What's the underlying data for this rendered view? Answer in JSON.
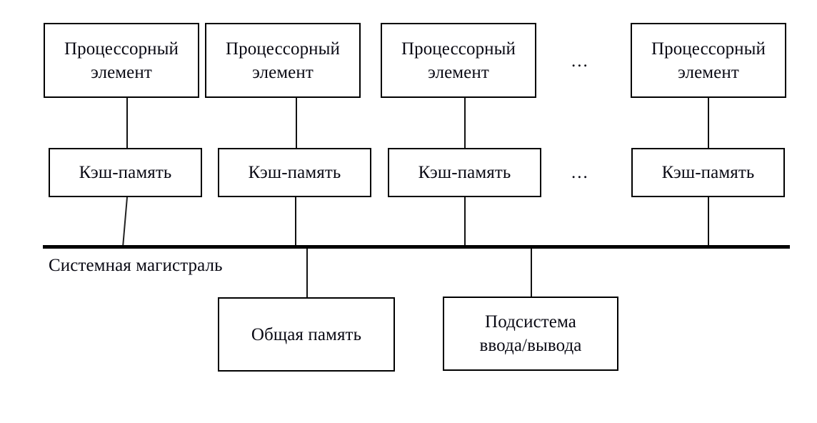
{
  "diagram": {
    "title_text_color": "#0a0a14",
    "line_color": "#000000",
    "background": "#ffffff",
    "bus": {
      "label": "Системная магистраль"
    },
    "ellipsis_top": "...",
    "ellipsis_middle": "...",
    "processing_elements": [
      {
        "line1": "Процессорный",
        "line2": "элемент"
      },
      {
        "line1": "Процессорный",
        "line2": "элемент"
      },
      {
        "line1": "Процессорный",
        "line2": "элемент"
      },
      {
        "line1": "Процессорный",
        "line2": "элемент"
      }
    ],
    "caches": [
      {
        "line1": "Кэш-память"
      },
      {
        "line1": "Кэш-память"
      },
      {
        "line1": "Кэш-память"
      },
      {
        "line1": "Кэш-память"
      }
    ],
    "peripherals": [
      {
        "line1": "Общая память",
        "line2": ""
      },
      {
        "line1": "Подсистема",
        "line2": "ввода/вывода"
      }
    ]
  }
}
